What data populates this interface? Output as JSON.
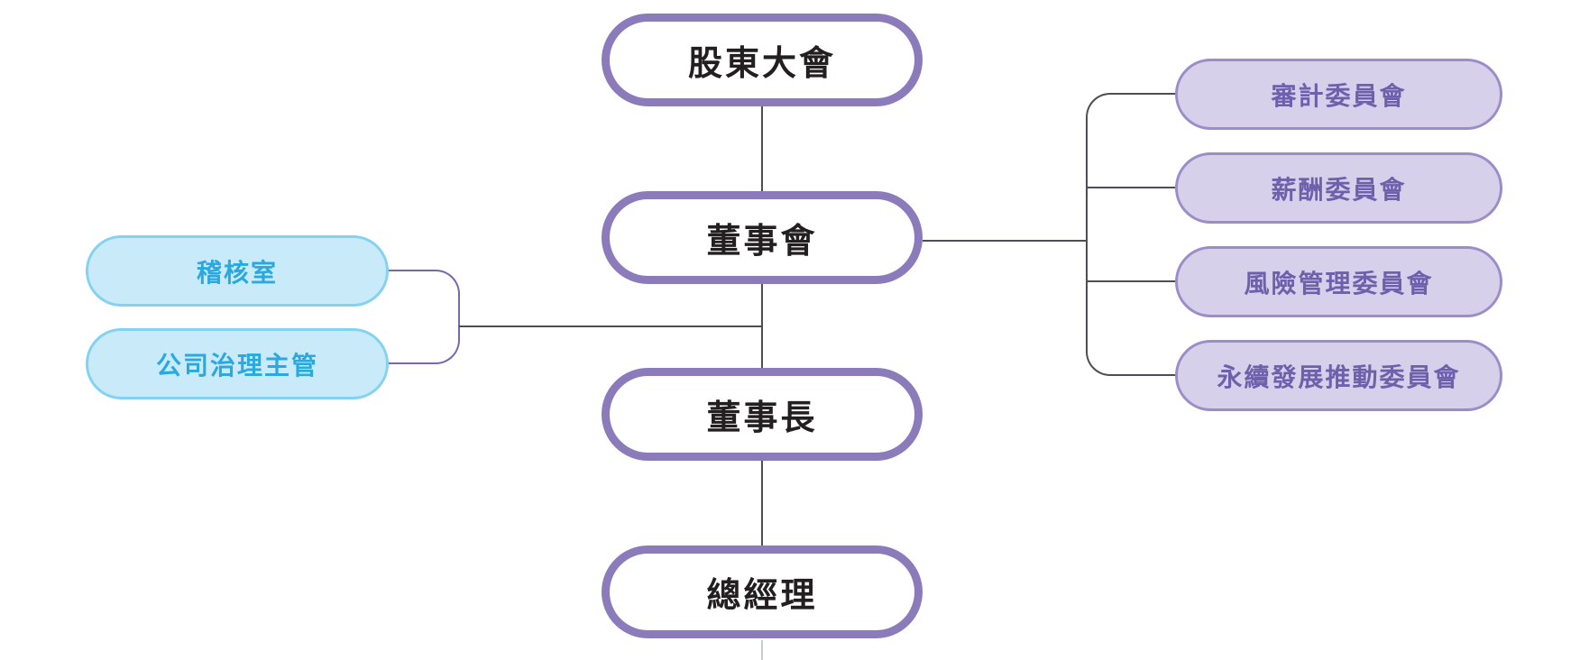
{
  "org_chart": {
    "hierarchy": [
      {
        "id": "shareholders-meeting",
        "label": "股東大會"
      },
      {
        "id": "board-of-directors",
        "label": "董事會"
      },
      {
        "id": "chairman",
        "label": "董事長"
      },
      {
        "id": "general-manager",
        "label": "總經理"
      }
    ],
    "board_staff_units": [
      {
        "id": "audit-office",
        "label": "稽核室"
      },
      {
        "id": "corporate-governance-officer",
        "label": "公司治理主管"
      }
    ],
    "board_committees": [
      {
        "id": "audit-committee",
        "label": "審計委員會"
      },
      {
        "id": "compensation-committee",
        "label": "薪酬委員會"
      },
      {
        "id": "risk-management-committee",
        "label": "風險管理委員會"
      },
      {
        "id": "sustainability-committee",
        "label": "永續發展推動委員會"
      }
    ],
    "edges": [
      "股東大會 → 董事會",
      "董事會 → 董事長",
      "董事長 → 總經理",
      "董事會 → 稽核室",
      "董事會 → 公司治理主管",
      "董事會 → 審計委員會",
      "董事會 → 薪酬委員會",
      "董事會 → 風險管理委員會",
      "董事會 → 永續發展推動委員會"
    ],
    "colors": {
      "primary_node_border": "#8C7BBB",
      "primary_node_text": "#231F20",
      "staff_node_fill": "#C9EAF9",
      "staff_node_border": "#84D2F1",
      "staff_node_text": "#29A9DF",
      "committee_node_fill": "#D6D0EA",
      "committee_node_border": "#9C8DC8",
      "committee_node_text": "#6F60AC",
      "connector_line": "#4D4E55",
      "staff_bracket": "#7A68AD"
    }
  }
}
